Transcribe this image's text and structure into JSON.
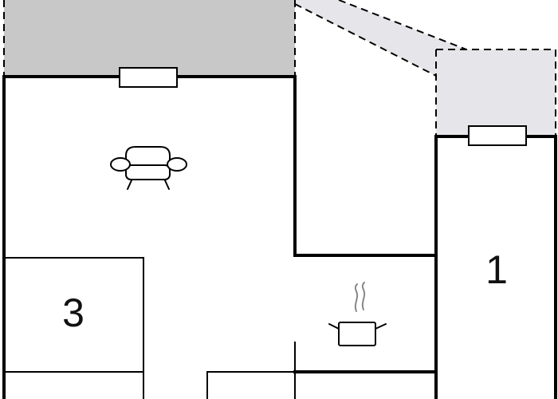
{
  "colors": {
    "wall": "#000000",
    "terrace_dark": "#c8c8c8",
    "terrace_light": "#e6e6ea",
    "background": "#ffffff"
  },
  "rooms": [
    {
      "id": "room-1",
      "label": "1"
    },
    {
      "id": "room-3",
      "label": "3"
    }
  ],
  "icons": {
    "living": "sofa-icon",
    "kitchen": "cooking-pot-icon"
  }
}
